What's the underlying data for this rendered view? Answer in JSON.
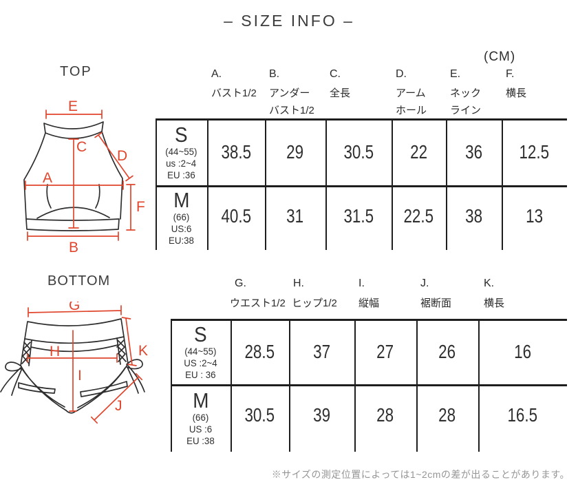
{
  "page": {
    "title": "– SIZE INFO –",
    "unit_label": "(CM)",
    "footnote": "※サイズの測定位置によっては1~2cmの差が出ることがあります。"
  },
  "colors": {
    "accent_red": "#e0462d",
    "drawing_line": "#2e2e2e",
    "table_line": "#1e1e1e",
    "muted_gray": "#969696"
  },
  "top_section": {
    "label": "TOP",
    "annotations": {
      "a": "A",
      "b": "B",
      "c": "C",
      "d": "D",
      "e": "E",
      "f": "F"
    },
    "table": {
      "columns": [
        {
          "letter": "A.",
          "label1": "バスト1/2",
          "label2": ""
        },
        {
          "letter": "B.",
          "label1": "アンダー",
          "label2": "バスト1/2"
        },
        {
          "letter": "C.",
          "label1": "全長",
          "label2": ""
        },
        {
          "letter": "D.",
          "label1": "アーム",
          "label2": "ホール"
        },
        {
          "letter": "E.",
          "label1": "ネック",
          "label2": "ライン"
        },
        {
          "letter": "F.",
          "label1": "横長",
          "label2": ""
        }
      ],
      "rows": [
        {
          "size": "S",
          "note": "(44~55)",
          "us": "us :2~4",
          "eu": "EU :36",
          "values": [
            "38.5",
            "29",
            "30.5",
            "22",
            "36",
            "12.5"
          ]
        },
        {
          "size": "M",
          "note": "(66)",
          "us": "US:6",
          "eu": "EU:38",
          "values": [
            "40.5",
            "31",
            "31.5",
            "22.5",
            "38",
            "13"
          ]
        }
      ]
    }
  },
  "bottom_section": {
    "label": "BOTTOM",
    "annotations": {
      "g": "G",
      "h": "H",
      "i": "I",
      "j": "J",
      "k": "K"
    },
    "table": {
      "columns": [
        {
          "letter": "G.",
          "label1": "ウエスト1/2"
        },
        {
          "letter": "H.",
          "label1": "ヒップ1/2"
        },
        {
          "letter": "I.",
          "label1": "縦幅"
        },
        {
          "letter": "J.",
          "label1": "裾断面"
        },
        {
          "letter": "K.",
          "label1": "横長"
        }
      ],
      "rows": [
        {
          "size": "S",
          "note": "(44~55)",
          "us": "US :2~4",
          "eu": "EU : 36",
          "values": [
            "28.5",
            "37",
            "27",
            "26",
            "16"
          ]
        },
        {
          "size": "M",
          "note": "(66)",
          "us": "US :6",
          "eu": "EU :38",
          "values": [
            "30.5",
            "39",
            "28",
            "28",
            "16.5"
          ]
        }
      ]
    }
  }
}
